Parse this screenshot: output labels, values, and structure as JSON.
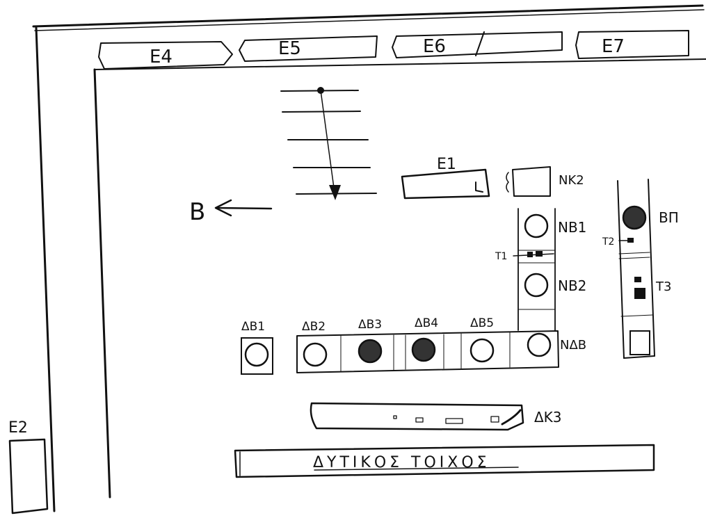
{
  "windows": [
    "Ε4",
    "Ε5",
    "Ε6",
    "Ε7"
  ],
  "element_e1": "Ε1",
  "element_e2": "Ε2",
  "north_arrow_label": "Β",
  "nk2_label": "ΝΚ2",
  "nb1_label": "ΝΒ1",
  "nb2_label": "ΝΒ2",
  "ndb_label": "ΝΔΒ",
  "t1_label": "Τ1",
  "t2_label": "Τ2",
  "t3_label": "Τ3",
  "bp_label": "ΒΠ",
  "db_labels": [
    "ΔΒ1",
    "ΔΒ2",
    "ΔΒ3",
    "ΔΒ4",
    "ΔΒ5"
  ],
  "dk3_label": "ΔΚ3",
  "west_wall": "ΔΥΤΙΚΟΣ ΤΟΙΧΟΣ"
}
